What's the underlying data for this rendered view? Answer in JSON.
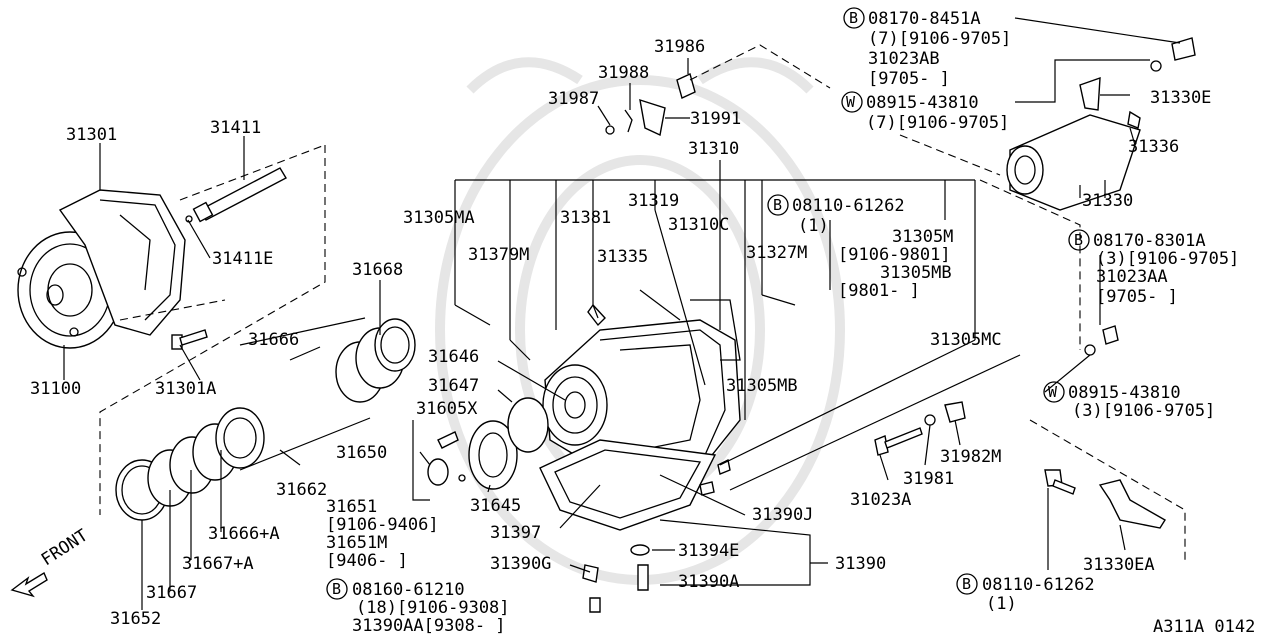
{
  "diagram_id": "A311A 0142",
  "front_label": "FRONT",
  "labels": [
    {
      "id": "31986",
      "text": "31986"
    },
    {
      "id": "31988",
      "text": "31988"
    },
    {
      "id": "31987",
      "text": "31987"
    },
    {
      "id": "31991",
      "text": "31991"
    },
    {
      "id": "31310",
      "text": "31310"
    },
    {
      "id": "31319",
      "text": "31319"
    },
    {
      "id": "31301",
      "text": "31301"
    },
    {
      "id": "31411",
      "text": "31411"
    },
    {
      "id": "31411E",
      "text": "31411E"
    },
    {
      "id": "31100",
      "text": "31100"
    },
    {
      "id": "31301A",
      "text": "31301A"
    },
    {
      "id": "31668",
      "text": "31668"
    },
    {
      "id": "31666",
      "text": "31666"
    },
    {
      "id": "31662",
      "text": "31662"
    },
    {
      "id": "31666A",
      "text": "31666+A"
    },
    {
      "id": "31667A",
      "text": "31667+A"
    },
    {
      "id": "31667",
      "text": "31667"
    },
    {
      "id": "31652",
      "text": "31652"
    },
    {
      "id": "31305MA",
      "text": "31305MA"
    },
    {
      "id": "31381",
      "text": "31381"
    },
    {
      "id": "31310C",
      "text": "31310C"
    },
    {
      "id": "31379M",
      "text": "31379M"
    },
    {
      "id": "31335",
      "text": "31335"
    },
    {
      "id": "31327M",
      "text": "31327M"
    },
    {
      "id": "31646",
      "text": "31646"
    },
    {
      "id": "31647",
      "text": "31647"
    },
    {
      "id": "31605X",
      "text": "31605X"
    },
    {
      "id": "31650",
      "text": "31650"
    },
    {
      "id": "31645",
      "text": "31645"
    },
    {
      "id": "31397",
      "text": "31397"
    },
    {
      "id": "31305MB_a",
      "text": "31305MB"
    },
    {
      "id": "31305MC",
      "text": "31305MC"
    },
    {
      "id": "31390J",
      "text": "31390J"
    },
    {
      "id": "31394E",
      "text": "31394E"
    },
    {
      "id": "31390",
      "text": "31390"
    },
    {
      "id": "31390G",
      "text": "31390G"
    },
    {
      "id": "31390A",
      "text": "31390A"
    },
    {
      "id": "31023A",
      "text": "31023A"
    },
    {
      "id": "31981",
      "text": "31981"
    },
    {
      "id": "31982M",
      "text": "31982M"
    },
    {
      "id": "31330E",
      "text": "31330E"
    },
    {
      "id": "31336",
      "text": "31336"
    },
    {
      "id": "31330",
      "text": "31330"
    },
    {
      "id": "31330EA",
      "text": "31330EA"
    }
  ],
  "notes": {
    "b1_code": "08170-8451A",
    "b1_l2": "(7)[9106-9705]",
    "b1_l3": "31023AB",
    "b1_l4": "[9705-     ]",
    "w1_code": "08915-43810",
    "w1_l2": "(7)[9106-9705]",
    "b2_code": "08110-61262",
    "b2_l2": "(1)",
    "m1_l1": "31305M",
    "m1_l2": "[9106-9801]",
    "m1_l3": "31305MB",
    "m1_l4": "[9801-     ]",
    "b3_code": "08170-8301A",
    "b3_l2": "(3)[9106-9705]",
    "b3_l3": "31023AA",
    "b3_l4": "[9705-     ]",
    "w2_code": "08915-43810",
    "w2_l2": "(3)[9106-9705]",
    "p1_l1": "31651",
    "p1_l2": "[9106-9406]",
    "p1_l3": "31651M",
    "p1_l4": "[9406-     ]",
    "b4_code": "08160-61210",
    "b4_l2": "(18)[9106-9308]",
    "b4_l3": "31390AA[9308-     ]",
    "b5_code": "08110-61262",
    "b5_l2": "(1)"
  },
  "circle_marks": {
    "bolt": "B",
    "washer": "W"
  }
}
